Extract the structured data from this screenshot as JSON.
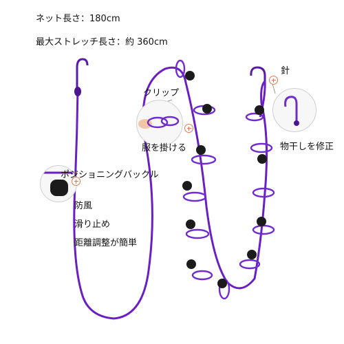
{
  "specs": {
    "net_length": "ネット長さ：180cm",
    "max_stretch": "最大ストレッチ長さ：約 360cm"
  },
  "labels": {
    "clip": "クリップ",
    "hang_clothes": "服を掛ける",
    "hook": "針",
    "fix_laundry": "物干しを修正",
    "buckle": "ポジショニングバックル",
    "windproof": "防風",
    "non_slip": "滑り止め",
    "adjustable": "距離調整が簡単"
  },
  "colors": {
    "rope": "#6a1fc4",
    "clip": "#6f2bd0",
    "bead": "#1b1b1b",
    "accent": "#e07a4a"
  }
}
